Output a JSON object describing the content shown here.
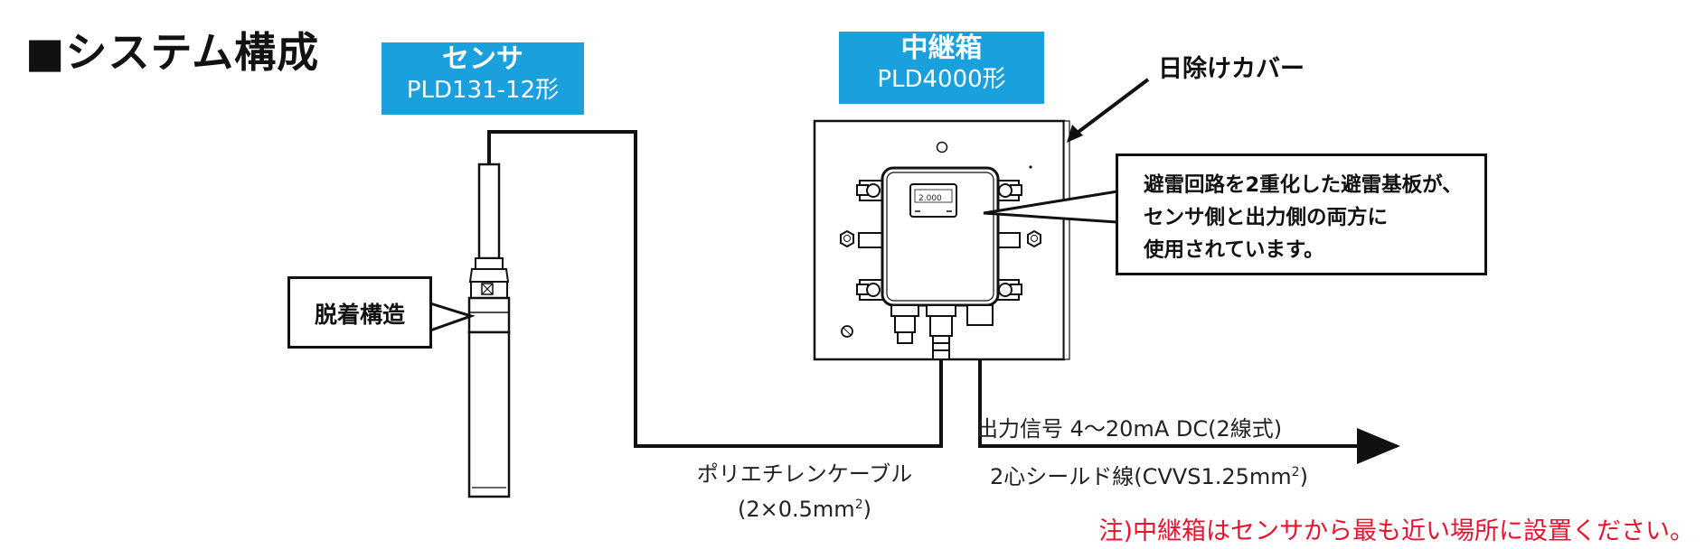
{
  "title": "■システム構成",
  "sensor": {
    "name": "センサ",
    "model": "PLD131-12形"
  },
  "relay_box": {
    "name": "中継箱",
    "model": "PLD4000形",
    "display": "2.000"
  },
  "callouts": {
    "sun_cover": "日除けカバー",
    "detachable": "脱着構造",
    "board_lines": [
      "避雷回路を2重化した避雷基板が、",
      "センサ側と出力側の両方に",
      "使用されています。"
    ]
  },
  "cable": {
    "name": "ポリエチレンケーブル",
    "spec": "(2×0.5mm",
    "spec_sup": "2",
    "spec_end": ")"
  },
  "output": {
    "signal": "出力信号 4〜20mA DC(2線式)",
    "wire": "2心シールド線(CVVS1.25mm",
    "wire_sup": "2",
    "wire_end": ")"
  },
  "note": "注)中継箱はセンサから最も近い場所に設置ください。",
  "colors": {
    "accent": "#1aa0dd",
    "note": "#e8132f",
    "line": "#111111"
  }
}
